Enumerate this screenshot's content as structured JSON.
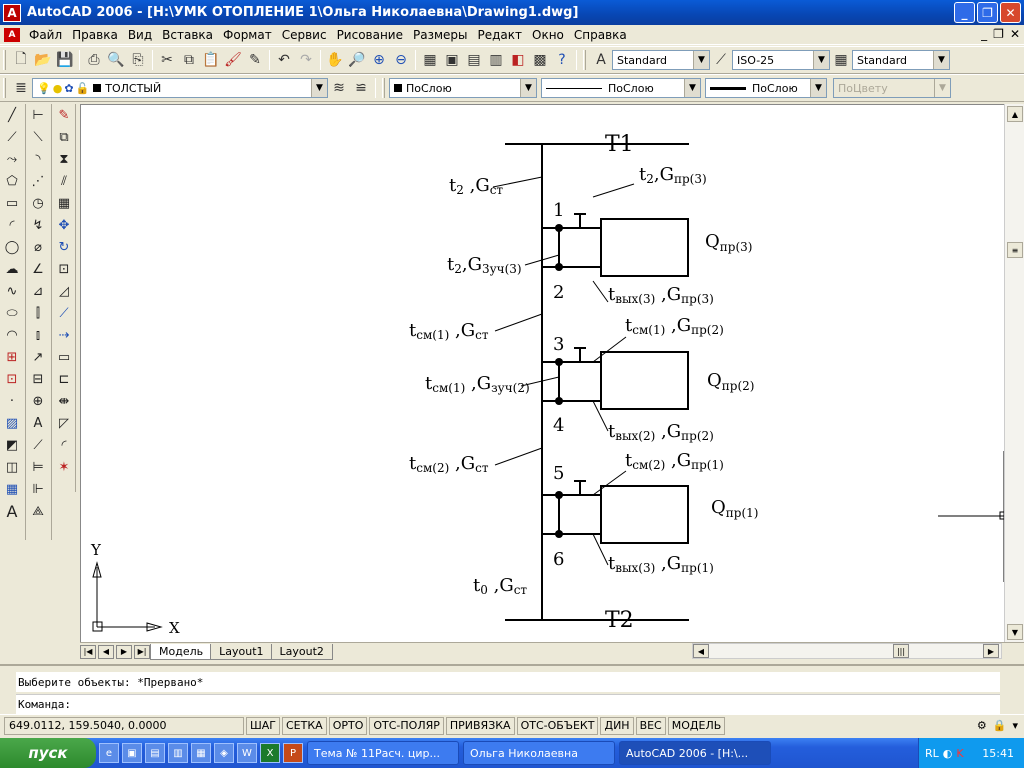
{
  "window": {
    "title": "AutoCAD 2006 - [H:\\УМК ОТОПЛЕНИЕ 1\\Ольга Николаевна\\Drawing1.dwg]",
    "app_icon": "A"
  },
  "menu": [
    "Файл",
    "Правка",
    "Вид",
    "Вставка",
    "Формат",
    "Сервис",
    "Рисование",
    "Размеры",
    "Редакт",
    "Окно",
    "Справка"
  ],
  "toolbar": {
    "text_style": "Standard",
    "dim_style": "ISO-25",
    "table_style": "Standard",
    "layer": "ТОЛСТЫЙ",
    "color": "ПоСлою",
    "linetype": "ПоСлою",
    "lineweight": "ПоСлою",
    "plotstyle": "ПоЦвету"
  },
  "drawing": {
    "labels": {
      "T1": "T1",
      "T2": "T2",
      "n1": "1",
      "n2": "2",
      "n3": "3",
      "n4": "4",
      "n5": "5",
      "n6": "6",
      "t2Gst": "t",
      "t2Gst_sub": "2",
      "t2Gst_rest": " ,G",
      "t2Gst_sub2": "ст",
      "Q3": "Q",
      "Q3_sub": "пр(3)",
      "Q2": "Q",
      "Q2_sub": "пр(2)",
      "Q1": "Q",
      "Q1_sub": "пр(1)",
      "ucs_x": "X",
      "ucs_y": "Y"
    }
  },
  "tabs": [
    "Модель",
    "Layout1",
    "Layout2"
  ],
  "command": {
    "line1": "Выберите объекты: *Прервано*",
    "line2": "Команда:"
  },
  "status": {
    "coords": "649.0112, 159.5040, 0.0000",
    "buttons": [
      "ШАГ",
      "СЕТКА",
      "ОРТО",
      "ОТС-ПОЛЯР",
      "ПРИВЯЗКА",
      "ОТС-ОБЪЕКТ",
      "ДИН",
      "ВЕС",
      "МОДЕЛЬ"
    ]
  },
  "taskbar": {
    "start": "пуск",
    "tasks": [
      "Тема № 11Расч. цир...",
      "Ольга Николаевна",
      "AutoCAD 2006 - [H:\\..."
    ],
    "lang": "RL",
    "clock": "15:41"
  }
}
